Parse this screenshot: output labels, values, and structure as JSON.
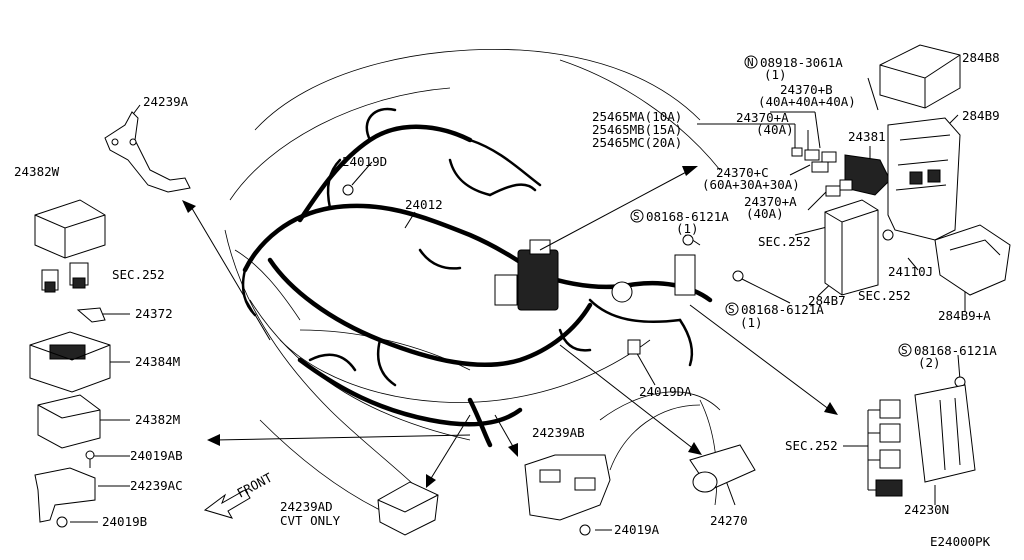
{
  "diagram_code": "E24000PK",
  "labels": {
    "p24239A": "24239A",
    "p24382W": "24382W",
    "sec252_a": "SEC.252",
    "p24372": "24372",
    "p24384M": "24384M",
    "p24382M": "24382M",
    "p24019AB": "24019AB",
    "p24239AC": "24239AC",
    "p24019B": "24019B",
    "p24019D": "24019D",
    "p24012": "24012",
    "p24239AD": "24239AD",
    "cvt_only": "CVT ONLY",
    "front": "FRONT",
    "p24239AB": "24239AB",
    "p24019A": "24019A",
    "p24019DA": "24019DA",
    "p24270": "24270",
    "p25465MA": "25465MA(10A)",
    "p25465MB": "25465MB(15A)",
    "p25465MC": "25465MC(20A)",
    "n08918": "08918-3061A",
    "n08918_qty": "(1)",
    "n08918_mark": "N",
    "p24370B": "24370+B",
    "p24370B_spec": "(40A+40A+40A)",
    "p24370A_1": "24370+A",
    "p24370A_1_spec": "(40A)",
    "p24370C": "24370+C",
    "p24370C_spec": "(60A+30A+30A)",
    "p24370A_2": "24370+A",
    "p24370A_2_spec": "(40A)",
    "p24381": "24381",
    "p284B8": "284B8",
    "p284B9": "284B9",
    "s08168_1": "08168-6121A",
    "s08168_1_qty": "(1)",
    "s_mark": "S",
    "sec252_b": "SEC.252",
    "p24110J": "24110J",
    "p284B7": "284B7",
    "sec252_c": "SEC.252",
    "p284B9A": "284B9+A",
    "s08168_2": "08168-6121A",
    "s08168_2_qty": "(1)",
    "s08168_3": "08168-6121A",
    "s08168_3_qty": "(2)",
    "sec252_d": "SEC.252",
    "p24230N": "24230N"
  }
}
